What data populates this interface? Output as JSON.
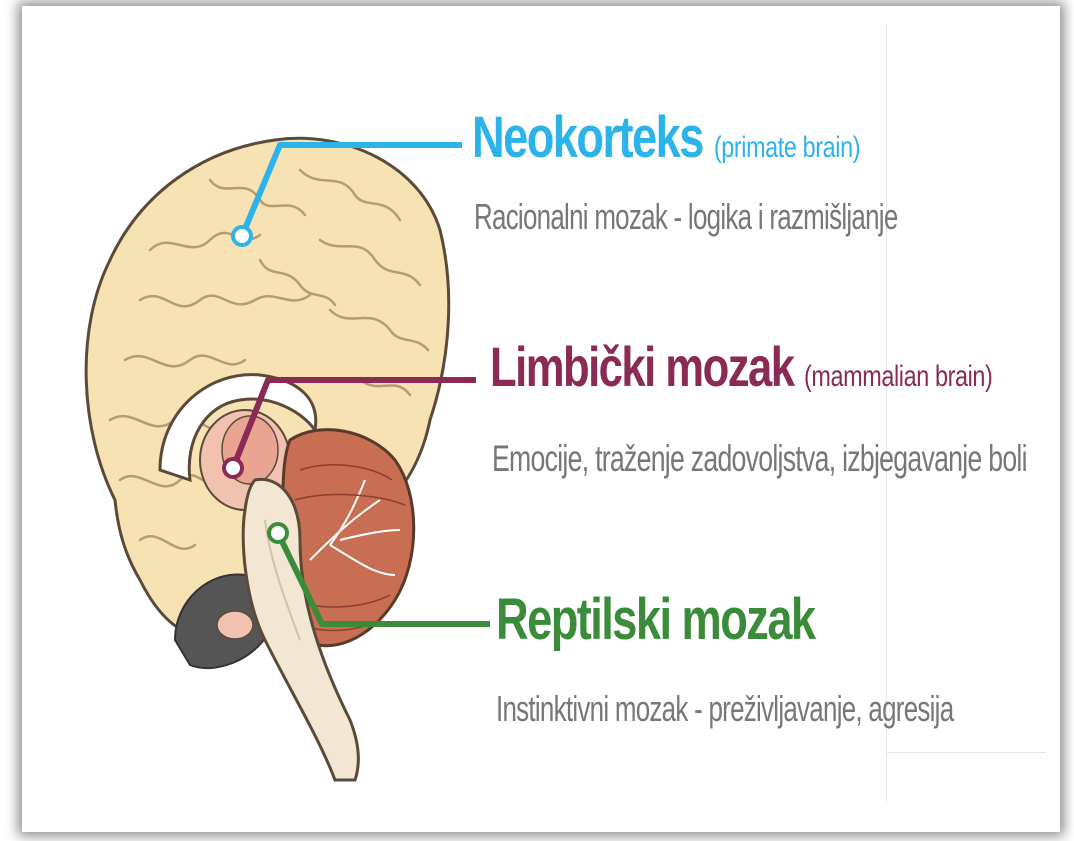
{
  "colors": {
    "neocortex": "#2bb3ea",
    "limbic": "#8a2a55",
    "reptilian": "#3b8c3a",
    "description": "#777777",
    "brain_cortex": "#f7e2b3",
    "cerebellum": "#c86e52"
  },
  "icons": [
    "brain-illustration"
  ],
  "labels": [
    {
      "title": "Neokorteks",
      "subtitle": "(primate brain)",
      "description": "Racionalni mozak -  logika i razmišljanje"
    },
    {
      "title": "Limbički mozak",
      "subtitle": "(mammalian brain)",
      "description": "Emocije, traženje zadovoljstva, izbjegavanje boli"
    },
    {
      "title": "Reptilski mozak",
      "subtitle": "",
      "description": "Instinktivni mozak - preživljavanje, agresija"
    }
  ]
}
